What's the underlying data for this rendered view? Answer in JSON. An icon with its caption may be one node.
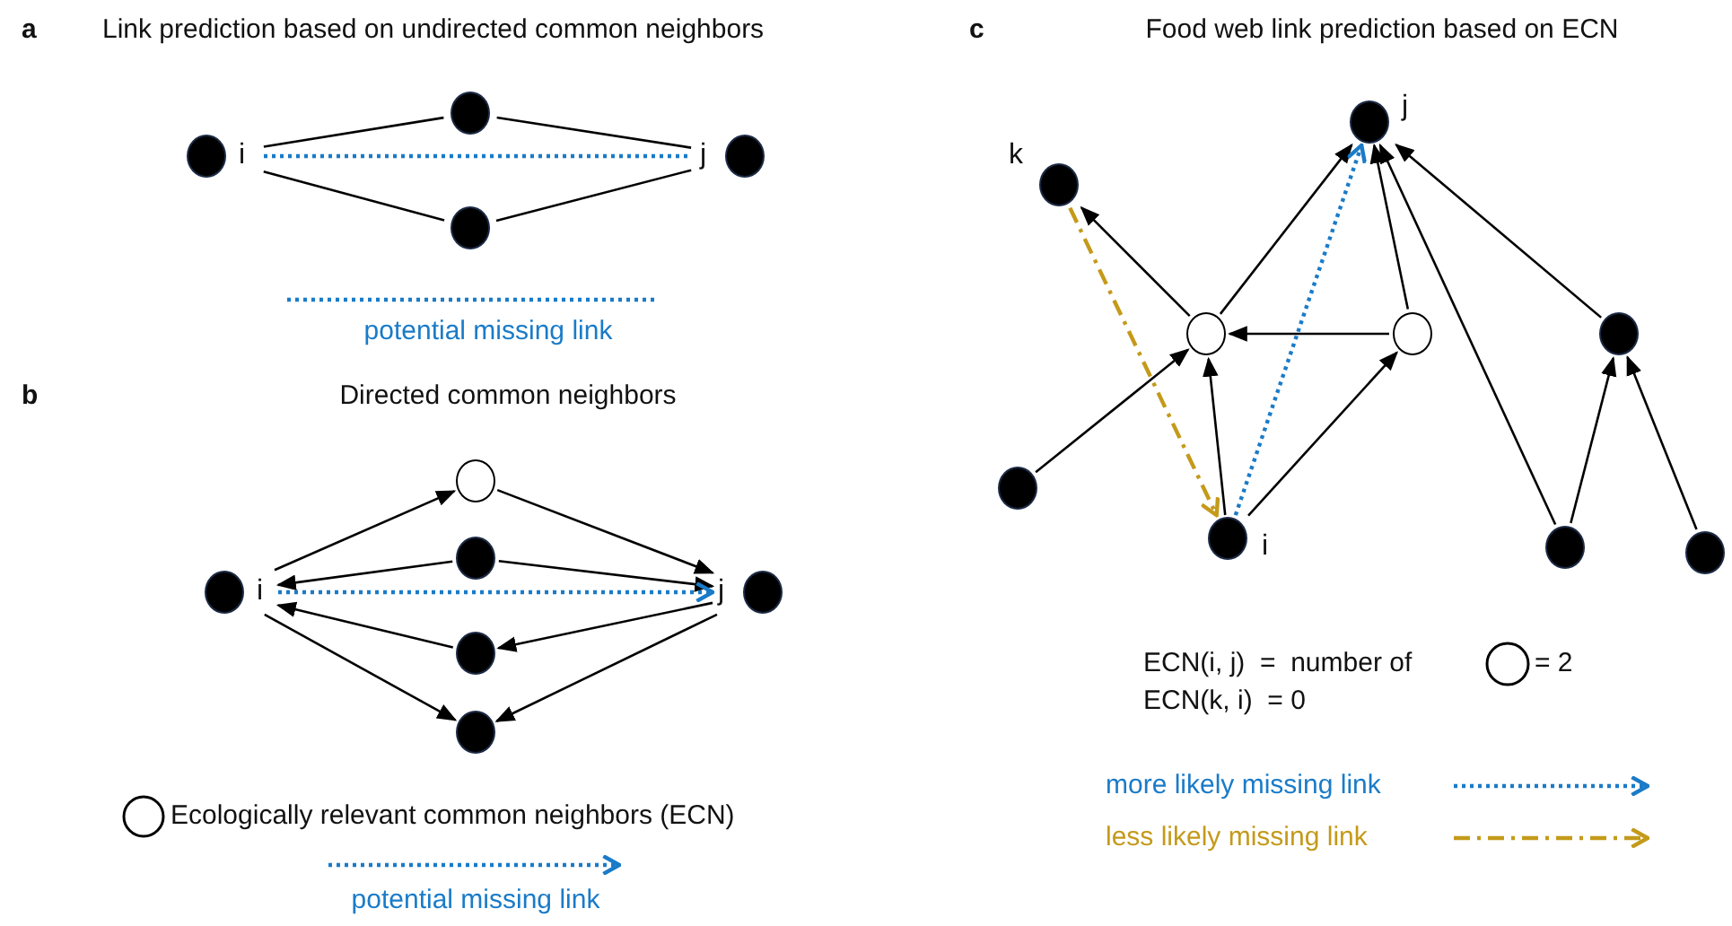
{
  "diagram": {
    "nodes": [
      {
        "text": [],
        "shape": "circle",
        "beside": [
          "i"
        ]
      },
      {
        "text": [],
        "shape": "circle"
      },
      {
        "text": [],
        "shape": "circle"
      },
      {
        "text": [],
        "shape": "circle",
        "beside": [
          "j"
        ]
      },
      {
        "text": [],
        "shape": "circle",
        "beside": [
          "i"
        ]
      },
      {
        "text": [],
        "shape": "circle"
      },
      {
        "text": [],
        "shape": "circle"
      },
      {
        "text": [],
        "shape": "circle"
      },
      {
        "text": [],
        "shape": "circle"
      },
      {
        "text": [],
        "shape": "circle",
        "beside": [
          "j"
        ]
      },
      {
        "text": [],
        "shape": "circle",
        "beside": [
          "j"
        ]
      },
      {
        "text": [],
        "shape": "circle",
        "beside": [
          "k"
        ]
      },
      {
        "text": [],
        "shape": "circle"
      },
      {
        "text": [],
        "shape": "circle"
      },
      {
        "text": [],
        "shape": "circle"
      },
      {
        "text": [],
        "shape": "circle"
      },
      {
        "text": [],
        "shape": "circle",
        "beside": [
          "i"
        ]
      },
      {
        "text": [],
        "shape": "circle"
      },
      {
        "text": [],
        "shape": "circle"
      }
    ],
    "edges": [
      {
        "from": 0,
        "to": 1,
        "arrow": "none"
      },
      {
        "from": 0,
        "to": 2,
        "arrow": "none"
      },
      {
        "from": 1,
        "to": 3,
        "arrow": "none"
      },
      {
        "from": 2,
        "to": 3,
        "arrow": "none"
      },
      {
        "from": 0,
        "to": 3,
        "arrow": "none",
        "style": "dashed",
        "color": "#1a7bc8"
      },
      {
        "from": 4,
        "to": 5,
        "arrow": "to"
      },
      {
        "from": 5,
        "to": 9,
        "arrow": "to"
      },
      {
        "from": 6,
        "to": 4,
        "arrow": "to"
      },
      {
        "from": 6,
        "to": 9,
        "arrow": "to"
      },
      {
        "from": 7,
        "to": 4,
        "arrow": "to"
      },
      {
        "from": 9,
        "to": 7,
        "arrow": "to"
      },
      {
        "from": 4,
        "to": 8,
        "arrow": "to"
      },
      {
        "from": 9,
        "to": 8,
        "arrow": "to"
      },
      {
        "from": 4,
        "to": 9,
        "arrow": "to",
        "style": "dashed",
        "color": "#1a7bc8"
      },
      {
        "from": 12,
        "to": 11,
        "arrow": "to"
      },
      {
        "from": 12,
        "to": 10,
        "arrow": "to"
      },
      {
        "from": 13,
        "to": 12,
        "arrow": "to"
      },
      {
        "from": 13,
        "to": 10,
        "arrow": "to"
      },
      {
        "from": 15,
        "to": 12,
        "arrow": "to"
      },
      {
        "from": 16,
        "to": 12,
        "arrow": "to"
      },
      {
        "from": 16,
        "to": 13,
        "arrow": "to"
      },
      {
        "from": 17,
        "to": 10,
        "arrow": "to"
      },
      {
        "from": 17,
        "to": 14,
        "arrow": "to"
      },
      {
        "from": 18,
        "to": 14,
        "arrow": "to"
      },
      {
        "from": 14,
        "to": 10,
        "arrow": "to"
      },
      {
        "from": 16,
        "to": 10,
        "arrow": "to",
        "style": "dashed",
        "color": "#1a7bc8"
      },
      {
        "from": 11,
        "to": 16,
        "arrow": "to",
        "style": "dashed",
        "color": "#c49a1a"
      }
    ],
    "labels": [
      "a",
      "Link prediction based on undirected common neighbors",
      "b",
      "Directed common neighbors",
      "c",
      "Food web link prediction based on ECN",
      "ECN(i, j)  =  number of",
      "= 2",
      "ECN(k, i)  = 0"
    ],
    "legend": [
      {
        "text": "potential missing link"
      },
      {
        "text": "Ecologically relevant common neighbors (ECN)"
      },
      {
        "text": "potential missing link"
      },
      {
        "text": "more likely missing link"
      },
      {
        "text": "less likely missing link"
      }
    ]
  }
}
